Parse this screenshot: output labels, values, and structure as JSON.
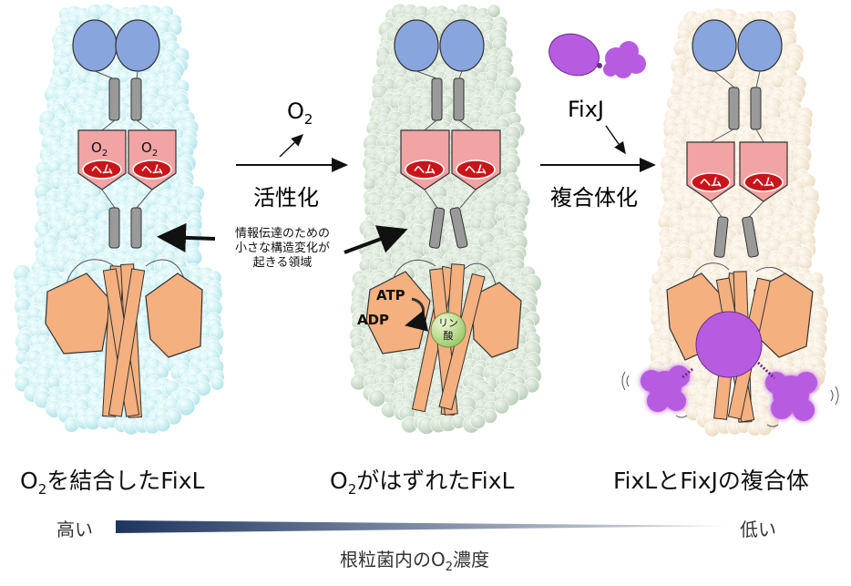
{
  "panels": {
    "left_caption_pre": "O",
    "left_caption_sub": "2",
    "left_caption_post": "を結合したFixL",
    "mid_caption_pre": "O",
    "mid_caption_sub": "2",
    "mid_caption_post": "がはずれたFixL",
    "right_caption": "FixLとFixJの複合体"
  },
  "labels": {
    "o2_main": "O",
    "o2_sub": "2",
    "o2_site_main": "O",
    "o2_site_sub": "2",
    "heme": "ヘム",
    "activation": "活性化",
    "fixj": "FixJ",
    "complex_formation": "複合体化",
    "atp": "ATP",
    "adp": "ADP",
    "phosphate_line1": "リン",
    "phosphate_line2": "酸",
    "note_line1": "情報伝達のための",
    "note_line2": "小さな構造変化が",
    "note_line3": "起きる領域"
  },
  "gradient": {
    "high": "高い",
    "low": "低い",
    "title_pre": "根粒菌内のO",
    "title_sub": "2",
    "title_post": "濃度"
  },
  "colors": {
    "blue_domain": "#89a5dd",
    "heme_box": "#f2a3a3",
    "heme_oval": "#c8151a",
    "kinase": "#f4b07e",
    "fixj": "#b75ce0",
    "arrow_bar": "#1e3560",
    "gray_helix": "#9a9a9a"
  }
}
